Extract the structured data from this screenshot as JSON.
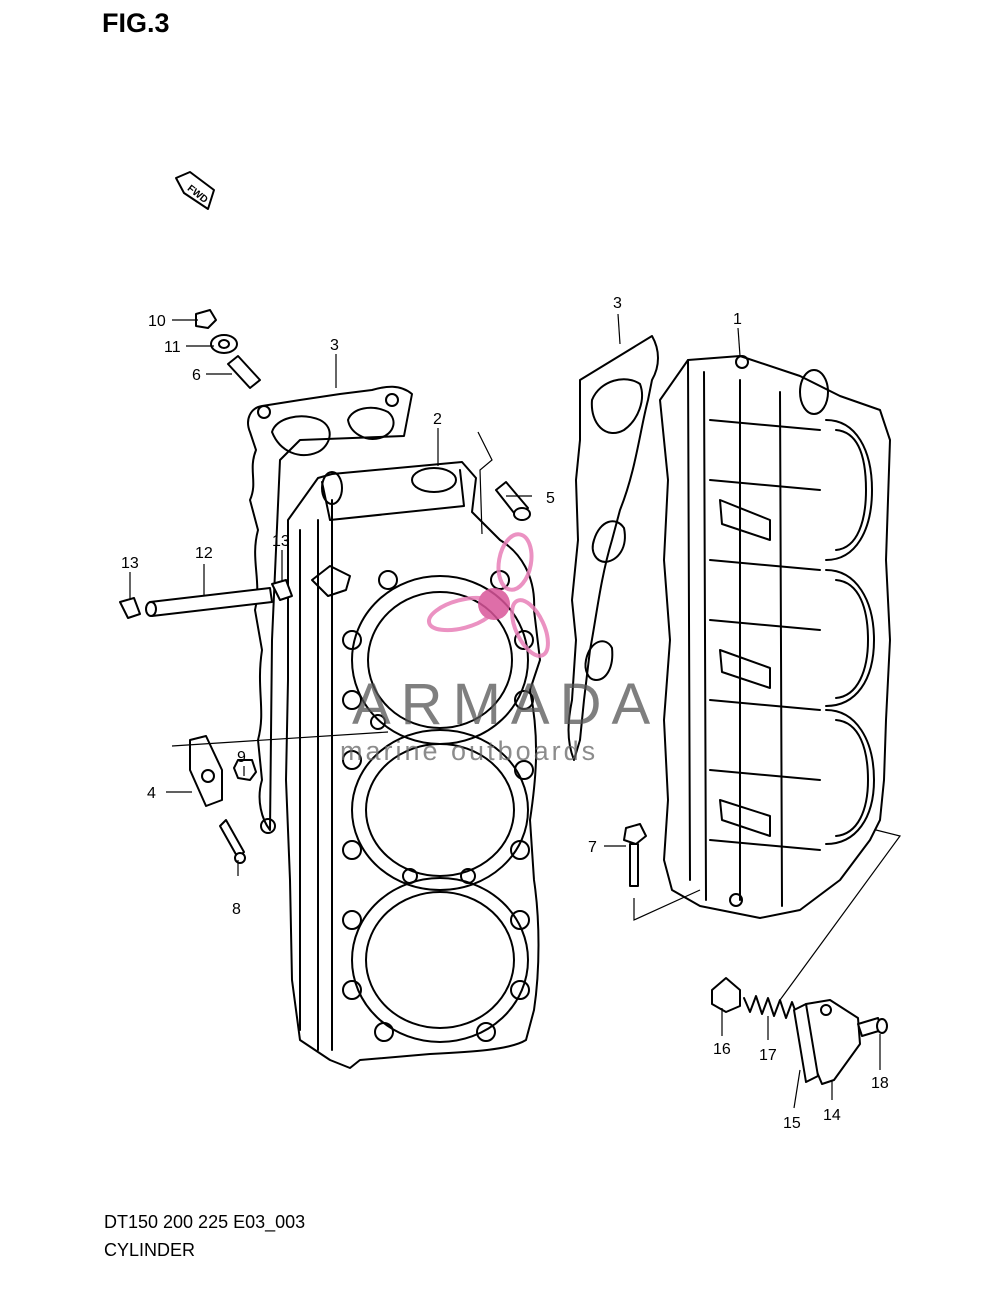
{
  "figure_title": "FIG.3",
  "caption_code": "DT150 200 225 E03_003",
  "caption_name": "CYLINDER",
  "direction_marker": {
    "text": "FWD",
    "icon": "arrow-fwd-icon"
  },
  "watermark": {
    "name": "ARMADA",
    "tagline": "marine outboards",
    "logo_color": "#e87fb8",
    "logo_center_color": "#d9559a",
    "text_color": "#555555"
  },
  "callouts": [
    {
      "id": "1",
      "label": "1"
    },
    {
      "id": "2",
      "label": "2"
    },
    {
      "id": "3a",
      "label": "3"
    },
    {
      "id": "3b",
      "label": "3"
    },
    {
      "id": "4",
      "label": "4"
    },
    {
      "id": "5",
      "label": "5"
    },
    {
      "id": "6",
      "label": "6"
    },
    {
      "id": "7",
      "label": "7"
    },
    {
      "id": "8",
      "label": "8"
    },
    {
      "id": "9",
      "label": "9"
    },
    {
      "id": "10",
      "label": "10"
    },
    {
      "id": "11",
      "label": "11"
    },
    {
      "id": "12",
      "label": "12"
    },
    {
      "id": "13a",
      "label": "13"
    },
    {
      "id": "13b",
      "label": "13"
    },
    {
      "id": "14",
      "label": "14"
    },
    {
      "id": "15",
      "label": "15"
    },
    {
      "id": "16",
      "label": "16"
    },
    {
      "id": "17",
      "label": "17"
    },
    {
      "id": "18",
      "label": "18"
    }
  ]
}
